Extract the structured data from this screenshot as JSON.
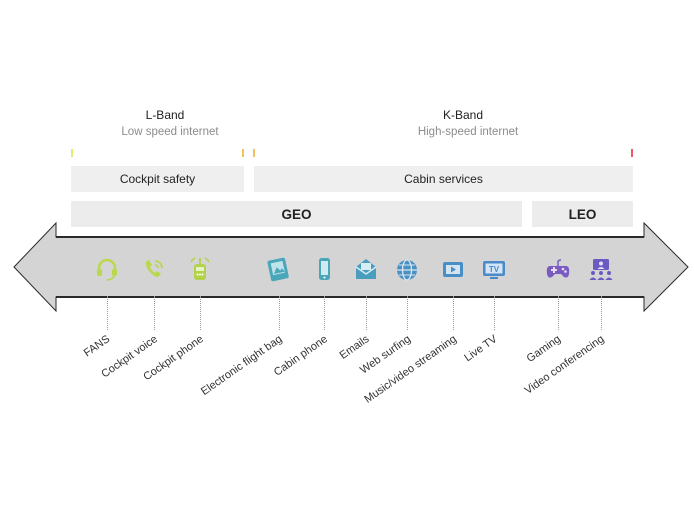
{
  "bands": [
    {
      "title": "L-Band",
      "subtitle": "Low speed internet",
      "color_start": "#d8e24a",
      "color_end": "#f0b020"
    },
    {
      "title": "K-Band",
      "subtitle": "High-speed internet",
      "color_start": "#f2a62a",
      "color_end": "#e4232d"
    }
  ],
  "boxes": {
    "cockpit_safety": "Cockpit safety",
    "cabin_services": "Cabin services",
    "geo": "GEO",
    "leo": "LEO"
  },
  "arrow_color": "#d4d4d4",
  "services": [
    {
      "label": "FANS",
      "icon": "headset-icon",
      "color": "#b9d84a"
    },
    {
      "label": "Cockpit voice",
      "icon": "phone-wifi-icon",
      "color": "#b9d84a"
    },
    {
      "label": "Cockpit phone",
      "icon": "satellite-phone-icon",
      "color": "#b2d24a"
    },
    {
      "label": "Electronic flight bag",
      "icon": "tablet-icon",
      "color": "#4aa7b9"
    },
    {
      "label": "Cabin phone",
      "icon": "smartphone-icon",
      "color": "#4aa7b9"
    },
    {
      "label": "Emails",
      "icon": "email-icon",
      "color": "#4a9dbd"
    },
    {
      "label": "Web surfing",
      "icon": "globe-icon",
      "color": "#4a90c2"
    },
    {
      "label": "Music/video streaming",
      "icon": "play-icon",
      "color": "#4a8ec6"
    },
    {
      "label": "Live TV",
      "icon": "tv-icon",
      "color": "#4a8ac9"
    },
    {
      "label": "Gaming",
      "icon": "gamepad-icon",
      "color": "#7a5bc2"
    },
    {
      "label": "Video conferencing",
      "icon": "video-conference-icon",
      "color": "#6a5bc2"
    }
  ]
}
